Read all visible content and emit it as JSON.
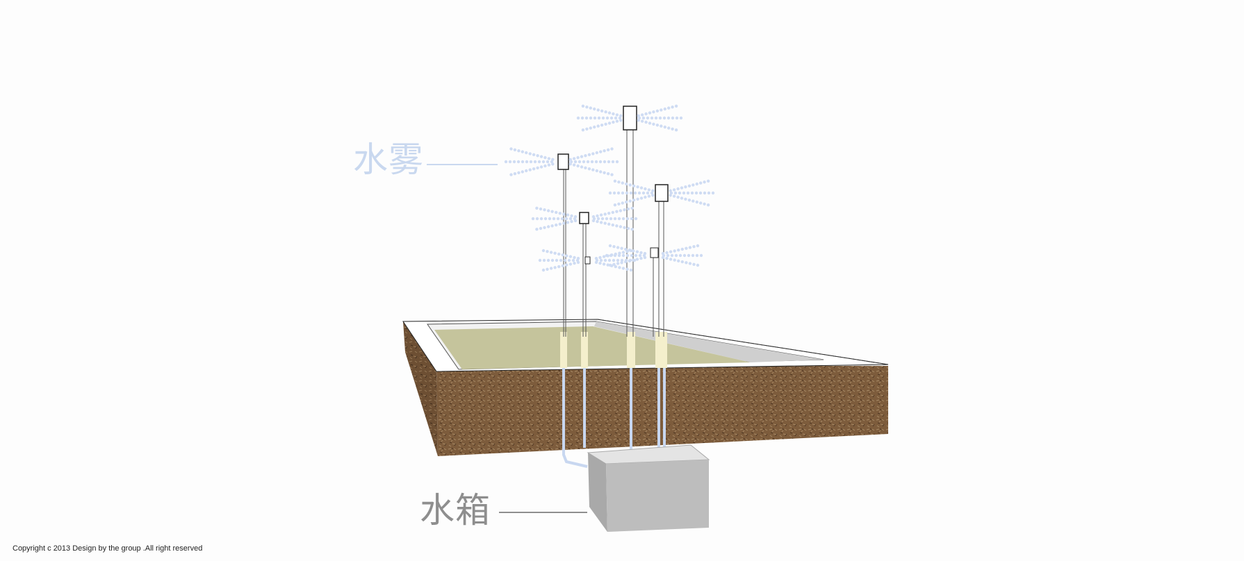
{
  "labels": {
    "mist": "水雾",
    "tank": "水箱"
  },
  "footer": {
    "copyright": "Copyright c 2013 Design by the group .All right reserved"
  },
  "colors": {
    "mist": "#c9d8ef",
    "mist_dots": "#cfdcf3",
    "tank_label": "#8e8e8e",
    "soil": "#7d5c3c",
    "grass": "#c5c49c",
    "tank_box": "#bdbdbd",
    "pipe": "#c8d7f0"
  }
}
